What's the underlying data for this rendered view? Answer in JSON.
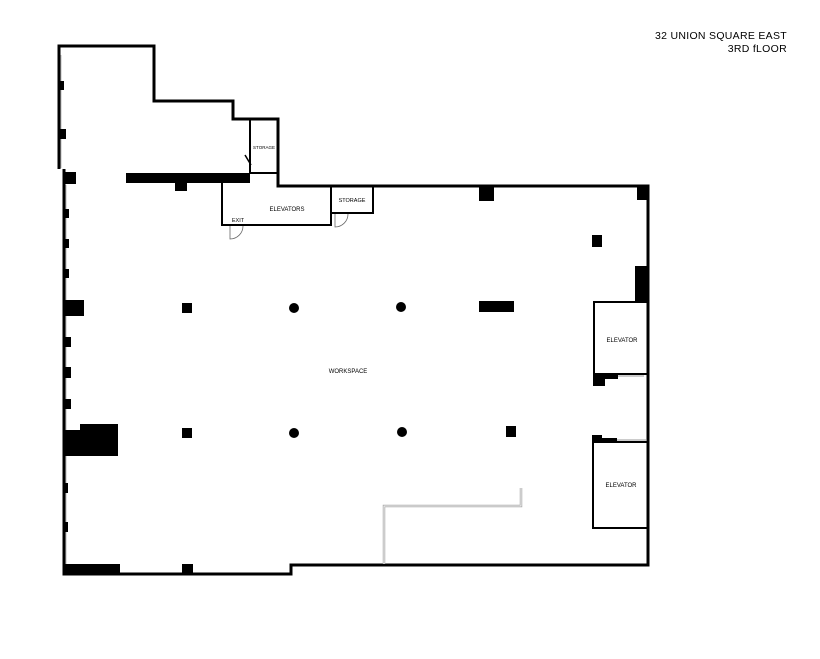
{
  "title_block": {
    "address": "32 UNION SQUARE EAST",
    "floor": "3RD fLOOR"
  },
  "rooms": {
    "workspace": "WORKSPACE",
    "elevators": "ELEVATORS",
    "storage_upper": "STORAGE",
    "storage_lower": "STORAGE",
    "exit": "EXIT",
    "elevator_upper": "ELEVATOR",
    "elevator_lower": "ELEVATOR"
  }
}
